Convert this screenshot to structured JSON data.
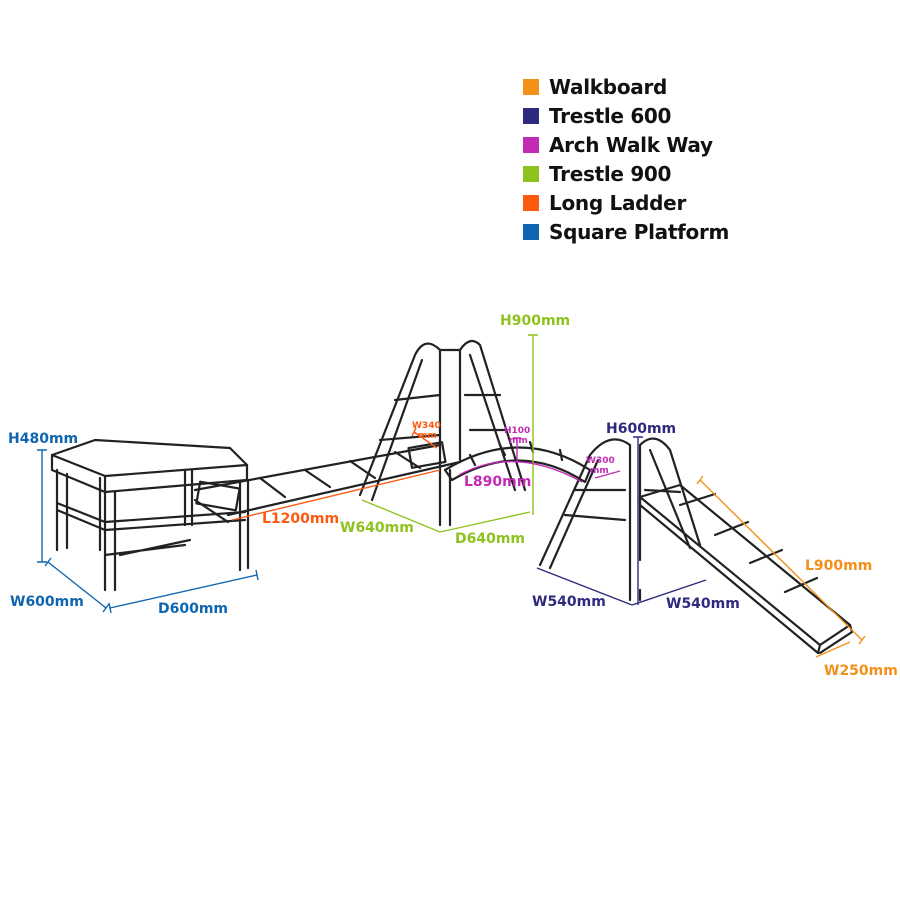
{
  "legend": [
    {
      "label": "Walkboard",
      "color": "#f39019"
    },
    {
      "label": "Trestle 600",
      "color": "#2e2a7e"
    },
    {
      "label": "Arch Walk Way",
      "color": "#c22bb5"
    },
    {
      "label": "Trestle 900",
      "color": "#8dc21f"
    },
    {
      "label": "Long Ladder",
      "color": "#fb5a10"
    },
    {
      "label": "Square Platform",
      "color": "#0f65b0"
    }
  ],
  "dimensions": {
    "platform_h": "H480mm",
    "platform_w": "W600mm",
    "platform_d": "D600mm",
    "ladder_l": "L1200mm",
    "ladder_w_top": "W340",
    "ladder_w_bottom": "mm",
    "trestle900_h": "H900mm",
    "trestle900_w": "W640mm",
    "trestle900_d": "D640mm",
    "arch_h_top": "H100",
    "arch_h_bottom": "mm",
    "arch_l": "L890mm",
    "arch_w_top": "W300",
    "arch_w_bottom": "mm",
    "trestle600_h": "H600mm",
    "trestle600_w1": "W540mm",
    "trestle600_w2": "W540mm",
    "walkboard_l": "L900mm",
    "walkboard_w": "W250mm"
  }
}
